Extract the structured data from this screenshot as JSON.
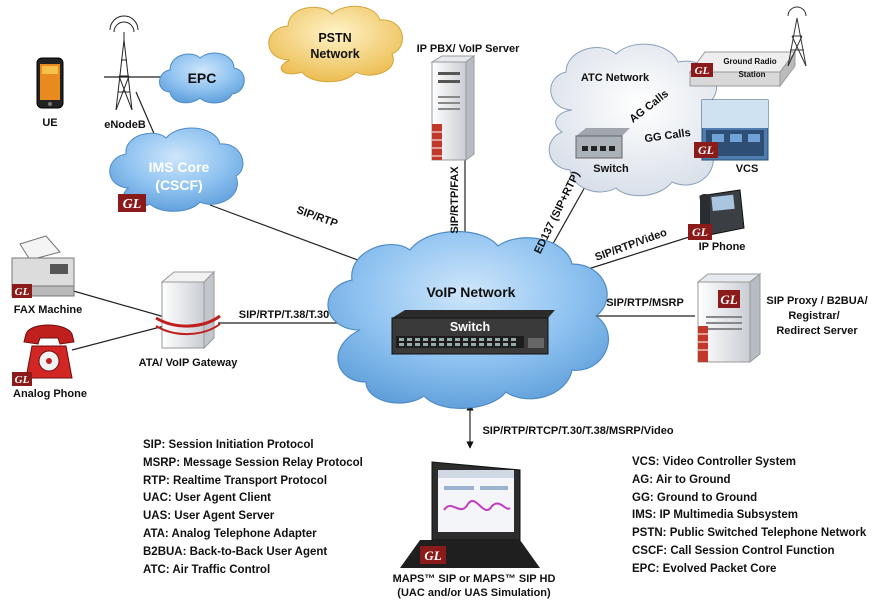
{
  "nodes": {
    "ue": "UE",
    "enodeb": "eNodeB",
    "epc": "EPC",
    "ims_core_line1": "IMS Core",
    "ims_core_line2": "(CSCF)",
    "pstn_line1": "PSTN",
    "pstn_line2": "Network",
    "ip_pbx": "IP PBX/ VoIP Server",
    "atc_network": "ATC Network",
    "ground_radio_line1": "Ground Radio",
    "ground_radio_line2": "Station",
    "atc_switch": "Switch",
    "vcs": "VCS",
    "ip_phone": "IP Phone",
    "sip_proxy_line1": "SIP Proxy / B2BUA/",
    "sip_proxy_line2": "Registrar/",
    "sip_proxy_line3": "Redirect Server",
    "fax_machine": "FAX Machine",
    "analog_phone": "Analog Phone",
    "ata_gateway": "ATA/ VoIP Gateway",
    "voip_network": "VoIP Network",
    "core_switch": "Switch",
    "maps_line1": "MAPS™ SIP or MAPS™ SIP HD",
    "maps_line2": "(UAC and/or UAS Simulation)",
    "gl_logo": "GL"
  },
  "links": {
    "ims_voip": "SIP/RTP",
    "pbx_voip": "SIP/RTP/FAX",
    "atc_voip": "ED137 (SIP+RTP)",
    "ag_calls": "AG Calls",
    "gg_calls": "GG Calls",
    "ipphone_voip": "SIP/RTP/Video",
    "proxy_voip": "SIP/RTP/MSRP",
    "ata_voip": "SIP/RTP/T.38/T.30",
    "maps_voip": "SIP/RTP/RTCP/T.30/T.38/MSRP/Video"
  },
  "legend_left": [
    "SIP: Session Initiation Protocol",
    "MSRP: Message Session Relay Protocol",
    "RTP: Realtime Transport Protocol",
    "UAC: User Agent Client",
    "UAS: User Agent Server",
    "ATA: Analog Telephone Adapter",
    "B2BUA: Back-to-Back User Agent",
    "ATC: Air Traffic Control"
  ],
  "legend_right": [
    "VCS: Video Controller System",
    "AG: Air to Ground",
    "GG: Ground to Ground",
    "IMS: IP Multimedia Subsystem",
    "PSTN: Public Switched Telephone Network",
    "CSCF: Call Session Control Function",
    "EPC: Evolved Packet Core"
  ],
  "colors": {
    "cloud_blue": "#7fb6ea",
    "pstn_gold": "#f3cf6d",
    "gl_red": "#8b1a1a",
    "atc_cloud": "#e4eaf3"
  }
}
